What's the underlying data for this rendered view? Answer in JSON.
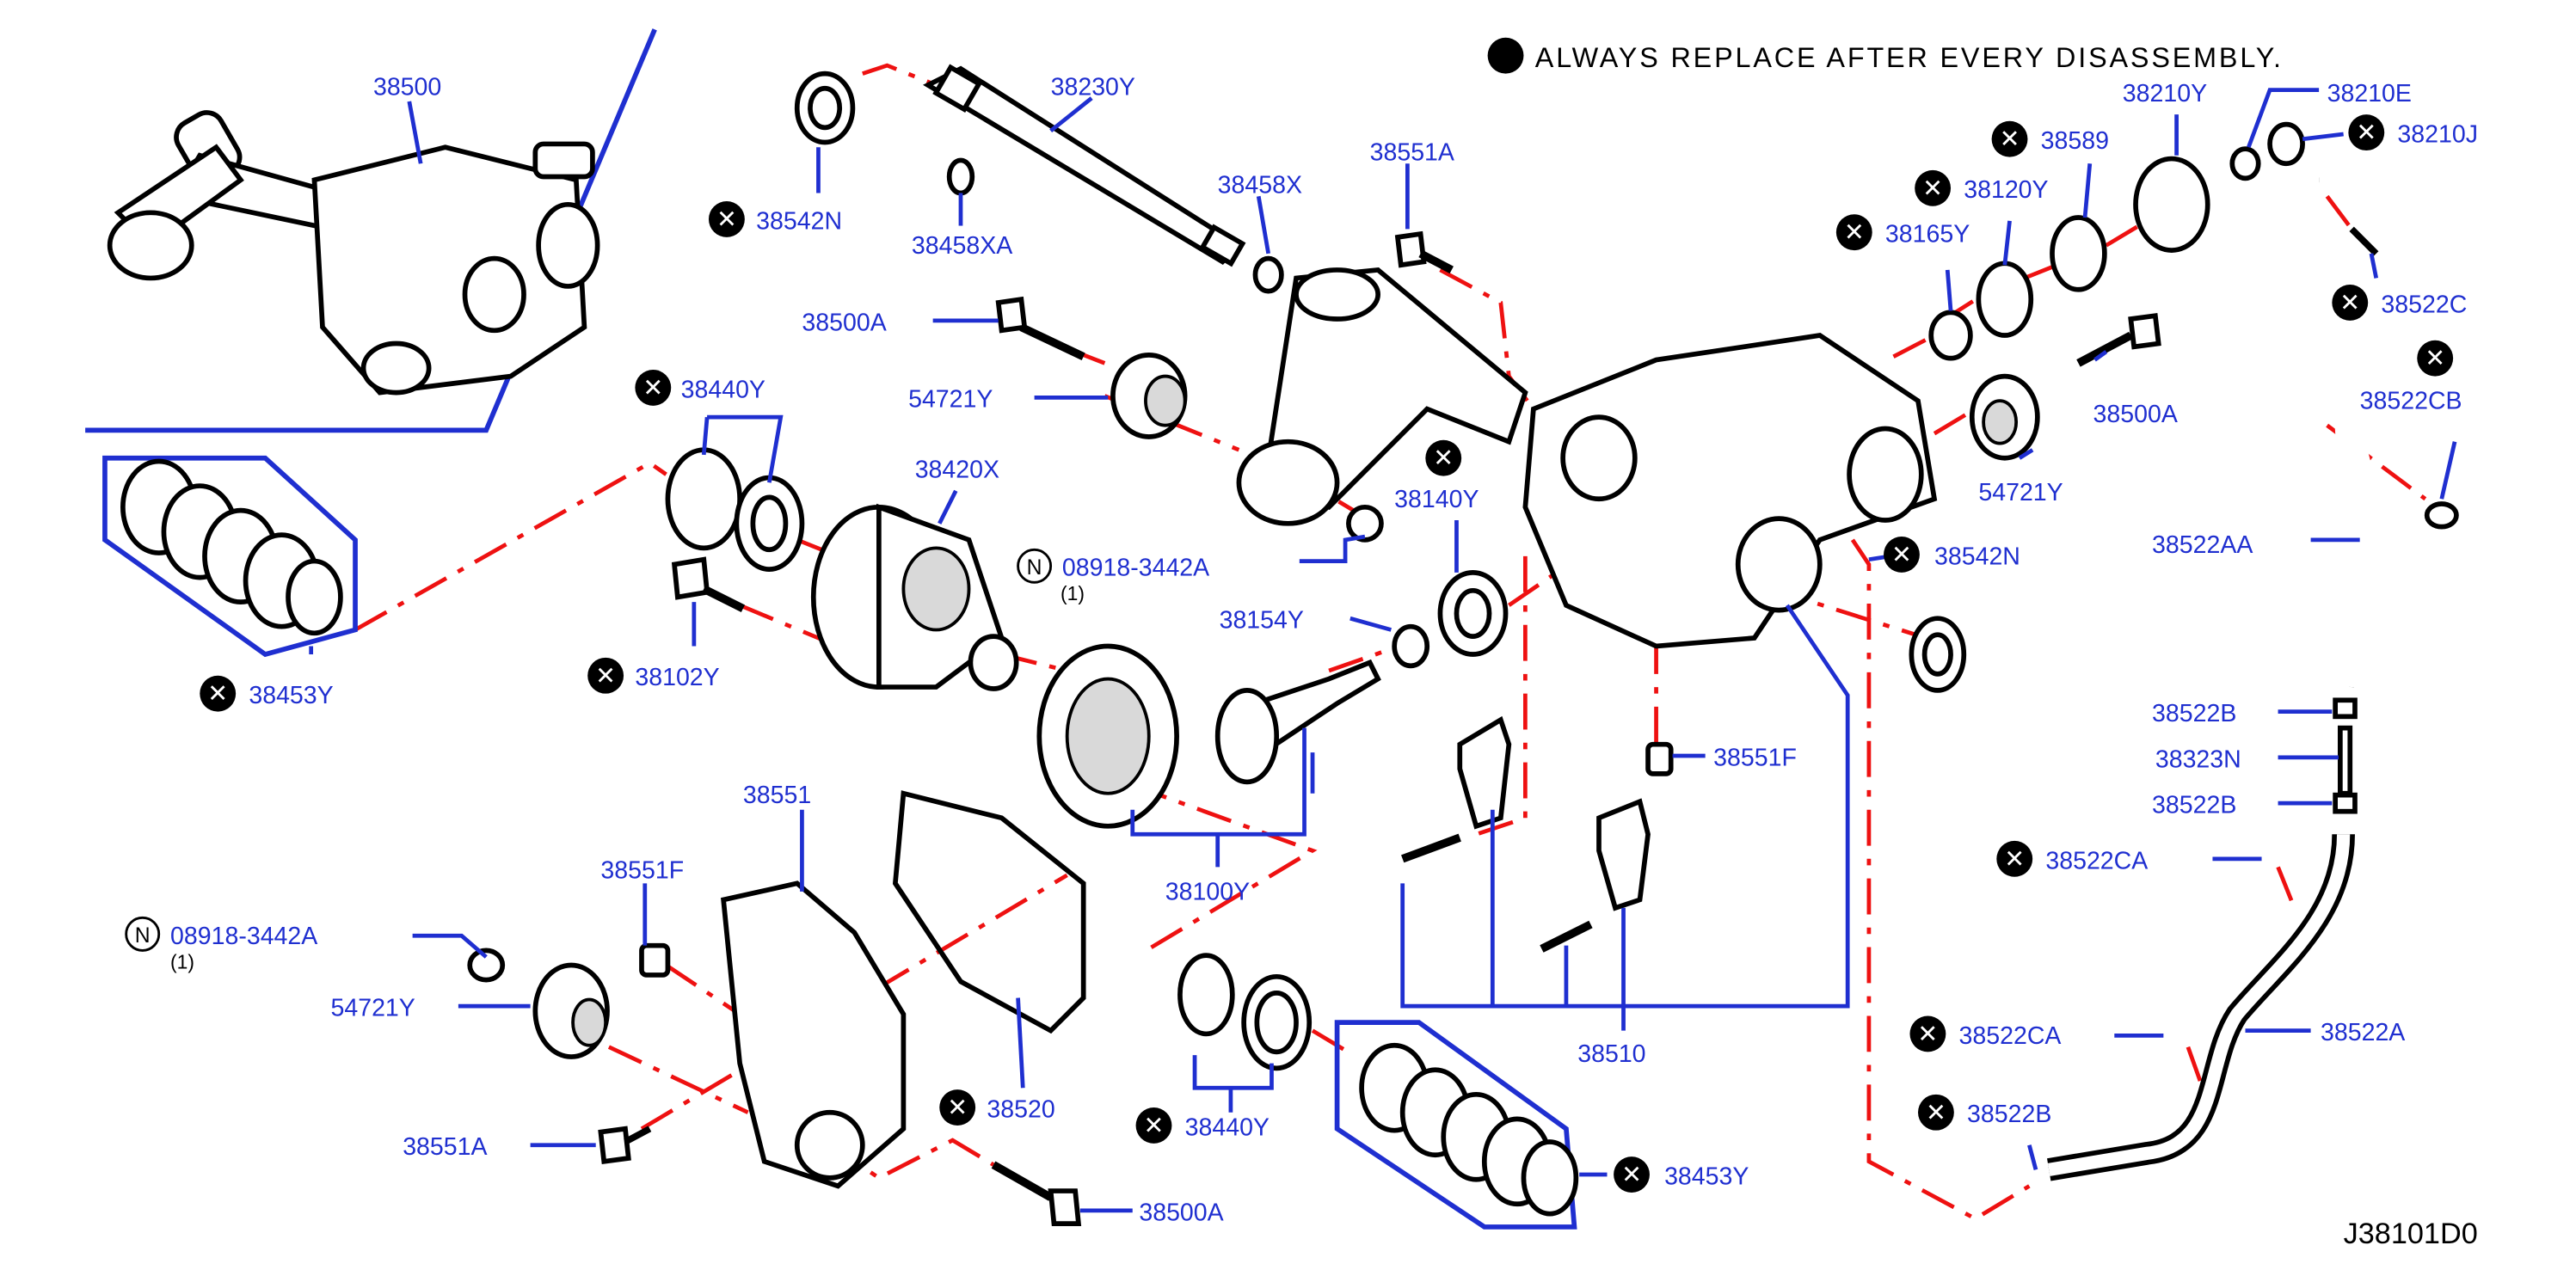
{
  "note": {
    "text": "ALWAYS  REPLACE  AFTER  EVERY  DISASSEMBLY."
  },
  "diagram_code": "J38101D0",
  "labels": {
    "p38500": "38500",
    "p38542N_a": "38542N",
    "p38458XA": "38458XA",
    "p38230Y": "38230Y",
    "p38458X": "38458X",
    "p38551A_a": "38551A",
    "p38500A_a": "38500A",
    "p54721Y_a": "54721Y",
    "p38440Y_a": "38440Y",
    "p38420X": "38420X",
    "p08918_a": "08918-3442A",
    "p38453Y_a": "38453Y",
    "p38102Y": "38102Y",
    "p38154Y": "38154Y",
    "p38140Y": "38140Y",
    "p38165Y": "38165Y",
    "p38120Y": "38120Y",
    "p38589": "38589",
    "p38210Y": "38210Y",
    "p38210E": "38210E",
    "p38210J": "38210J",
    "p38522C": "38522C",
    "p38522CB": "38522CB",
    "p38500A_b": "38500A",
    "p54721Y_b": "54721Y",
    "p38542N_b": "38542N",
    "p38522AA": "38522AA",
    "p38551F_a": "38551F",
    "p38522B_a": "38522B",
    "p38323N": "38323N",
    "p38522B_b": "38522B",
    "p38522CA_a": "38522CA",
    "p38100Y": "38100Y",
    "p38551": "38551",
    "p38551F_b": "38551F",
    "p08918_b": "08918-3442A",
    "p54721Y_c": "54721Y",
    "p38510": "38510",
    "p38522A": "38522A",
    "p38522CA_b": "38522CA",
    "p38520": "38520",
    "p38440Y_b": "38440Y",
    "p38522B_c": "38522B",
    "p38453Y_b": "38453Y",
    "p38551A_b": "38551A",
    "p38500A_c": "38500A"
  },
  "qty": {
    "q1": "(1)",
    "q2": "(1)"
  },
  "symbols": {
    "replace": "✕",
    "n_mark": "N"
  },
  "colors": {
    "label": "#1f2fd0",
    "centerline": "#e11111",
    "ink": "#000000"
  }
}
